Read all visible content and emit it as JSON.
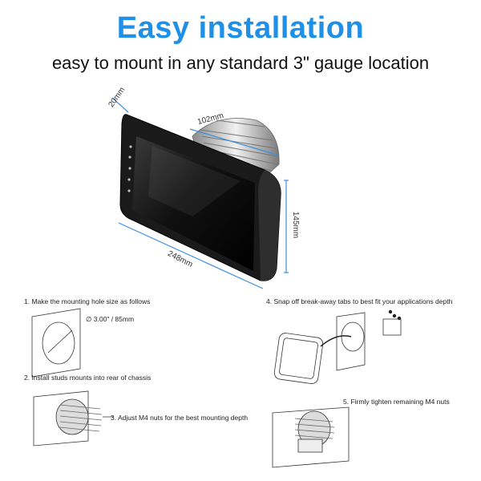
{
  "header": {
    "title": "Easy installation",
    "subtitle": "easy to mount in any standard 3\" gauge location"
  },
  "dimensions": {
    "depth": "20mm",
    "width_top": "102mm",
    "height": "145mm",
    "width_bottom": "248mm"
  },
  "steps": {
    "step1": "1. Make the mounting hole size as follows",
    "hole_size": "3.00\" / 85mm",
    "step2": "2. Install studs mounts into rear of chassis",
    "step3": "3. Adjust M4 nuts for the best mounting depth",
    "step4": "4. Snap off break-away tabs to best fit your applications depth",
    "step5": "5. Firmly tighten remaining M4 nuts"
  },
  "colors": {
    "title": "#1e90e8",
    "dimension_line": "#3b8fe0"
  }
}
